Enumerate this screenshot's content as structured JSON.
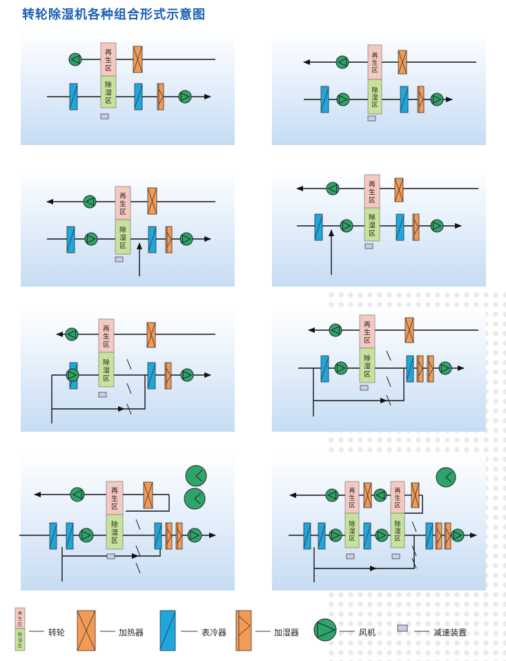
{
  "title": "转轮除湿机各种组合形式示意图",
  "zone_labels": {
    "regen": "再生区",
    "dehum": "除湿区"
  },
  "legend": {
    "wheel": "转轮",
    "heater": "加热器",
    "cooler": "表冷器",
    "humidifier": "加湿器",
    "fan": "风机",
    "reducer": "减速装置"
  },
  "colors": {
    "title": "#1a5fb4",
    "regen_zone": "#f5c9c2",
    "dehum_zone": "#c7e29a",
    "heater": "#f39a55",
    "cooler": "#1fa6dd",
    "fan": "#2fa46a",
    "reducer": "#c9cde6"
  },
  "diagram_count": 8
}
